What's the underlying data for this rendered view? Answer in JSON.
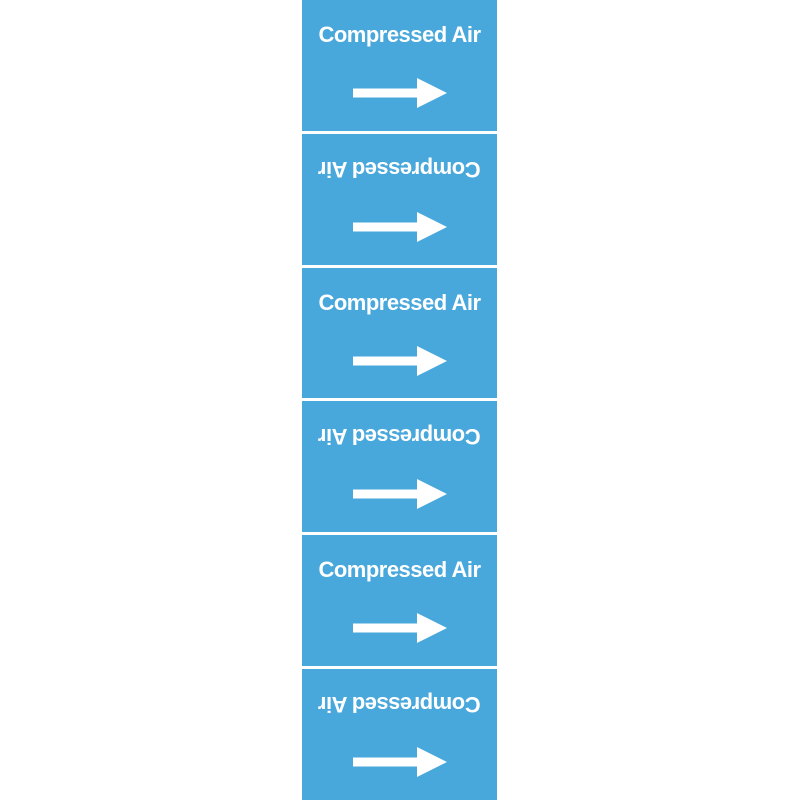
{
  "strip": {
    "kind": "pipe-marker-label-strip",
    "colors": {
      "panel_blue": "#48A7DB",
      "divider_white": "#FFFFFF",
      "text_white": "#FFFFFF",
      "arrow_white": "#FFFFFF"
    },
    "panels": [
      {
        "text": "Compressed Air",
        "orientation": "normal",
        "arrow_direction": "right"
      },
      {
        "text": "Compressed Air",
        "orientation": "flipped",
        "arrow_direction": "right"
      },
      {
        "text": "Compressed Air",
        "orientation": "normal",
        "arrow_direction": "right"
      },
      {
        "text": "Compressed Air",
        "orientation": "flipped",
        "arrow_direction": "right"
      },
      {
        "text": "Compressed Air",
        "orientation": "normal",
        "arrow_direction": "right"
      },
      {
        "text": "Compressed Air",
        "orientation": "flipped",
        "arrow_direction": "right"
      }
    ]
  }
}
